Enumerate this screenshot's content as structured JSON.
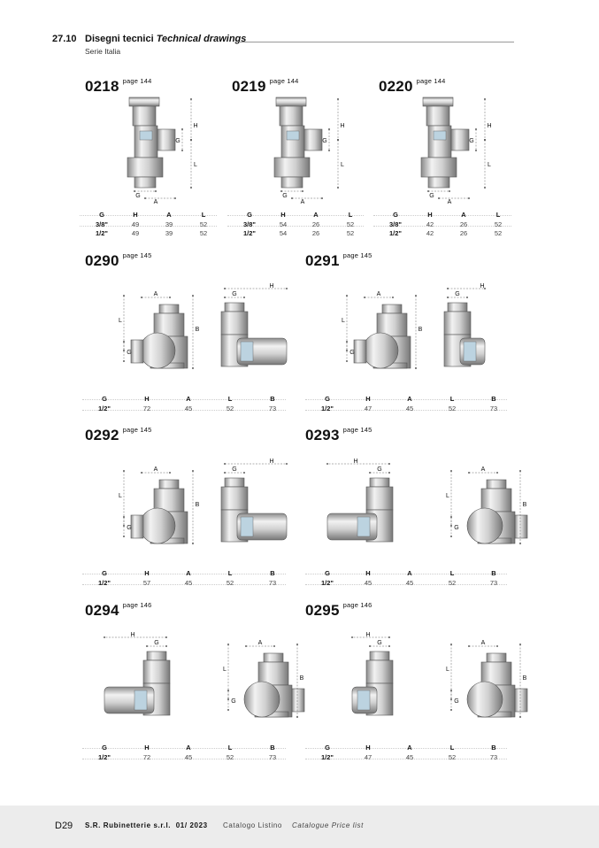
{
  "section": {
    "number": "27.10",
    "title_it": "Disegni tecnici",
    "title_en": "Technical drawings",
    "subtitle": "Serie Italia"
  },
  "products": [
    {
      "code": "0218",
      "page": "page 144",
      "columns": [
        "G",
        "H",
        "A",
        "L"
      ],
      "rows": [
        [
          "3/8\"",
          "49",
          "39",
          "52"
        ],
        [
          "1/2\"",
          "49",
          "39",
          "52"
        ]
      ],
      "drawing": "angle"
    },
    {
      "code": "0219",
      "page": "page 144",
      "columns": [
        "G",
        "H",
        "A",
        "L"
      ],
      "rows": [
        [
          "3/8\"",
          "54",
          "26",
          "52"
        ],
        [
          "1/2\"",
          "54",
          "26",
          "52"
        ]
      ],
      "drawing": "angle"
    },
    {
      "code": "0220",
      "page": "page 144",
      "columns": [
        "G",
        "H",
        "A",
        "L"
      ],
      "rows": [
        [
          "3/8\"",
          "42",
          "26",
          "52"
        ],
        [
          "1/2\"",
          "42",
          "26",
          "52"
        ]
      ],
      "drawing": "angle"
    },
    {
      "code": "0290",
      "page": "page 145",
      "columns": [
        "G",
        "H",
        "A",
        "L",
        "B"
      ],
      "rows": [
        [
          "1/2\"",
          "72",
          "45",
          "52",
          "73"
        ]
      ],
      "drawing": "side-right"
    },
    {
      "code": "0291",
      "page": "page 145",
      "columns": [
        "G",
        "H",
        "A",
        "L",
        "B"
      ],
      "rows": [
        [
          "1/2\"",
          "47",
          "45",
          "52",
          "73"
        ]
      ],
      "drawing": "side-right-small"
    },
    {
      "code": "0292",
      "page": "page 145",
      "columns": [
        "G",
        "H",
        "A",
        "L",
        "B"
      ],
      "rows": [
        [
          "1/2\"",
          "57",
          "45",
          "52",
          "73"
        ]
      ],
      "drawing": "side-right"
    },
    {
      "code": "0293",
      "page": "page 145",
      "columns": [
        "G",
        "H",
        "A",
        "L",
        "B"
      ],
      "rows": [
        [
          "1/2\"",
          "45",
          "45",
          "52",
          "73"
        ]
      ],
      "drawing": "side-left"
    },
    {
      "code": "0294",
      "page": "page 146",
      "columns": [
        "G",
        "H",
        "A",
        "L",
        "B"
      ],
      "rows": [
        [
          "1/2\"",
          "72",
          "45",
          "52",
          "73"
        ]
      ],
      "drawing": "side-left"
    },
    {
      "code": "0295",
      "page": "page 146",
      "columns": [
        "G",
        "H",
        "A",
        "L",
        "B"
      ],
      "rows": [
        [
          "1/2\"",
          "47",
          "45",
          "52",
          "73"
        ]
      ],
      "drawing": "side-left-small"
    }
  ],
  "footer": {
    "page": "D29",
    "company": "S.R. Rubinetterie s.r.l.  01/ 2023",
    "catalog_it": "Catalogo Listino",
    "catalog_en": "Catalogue Price list"
  }
}
